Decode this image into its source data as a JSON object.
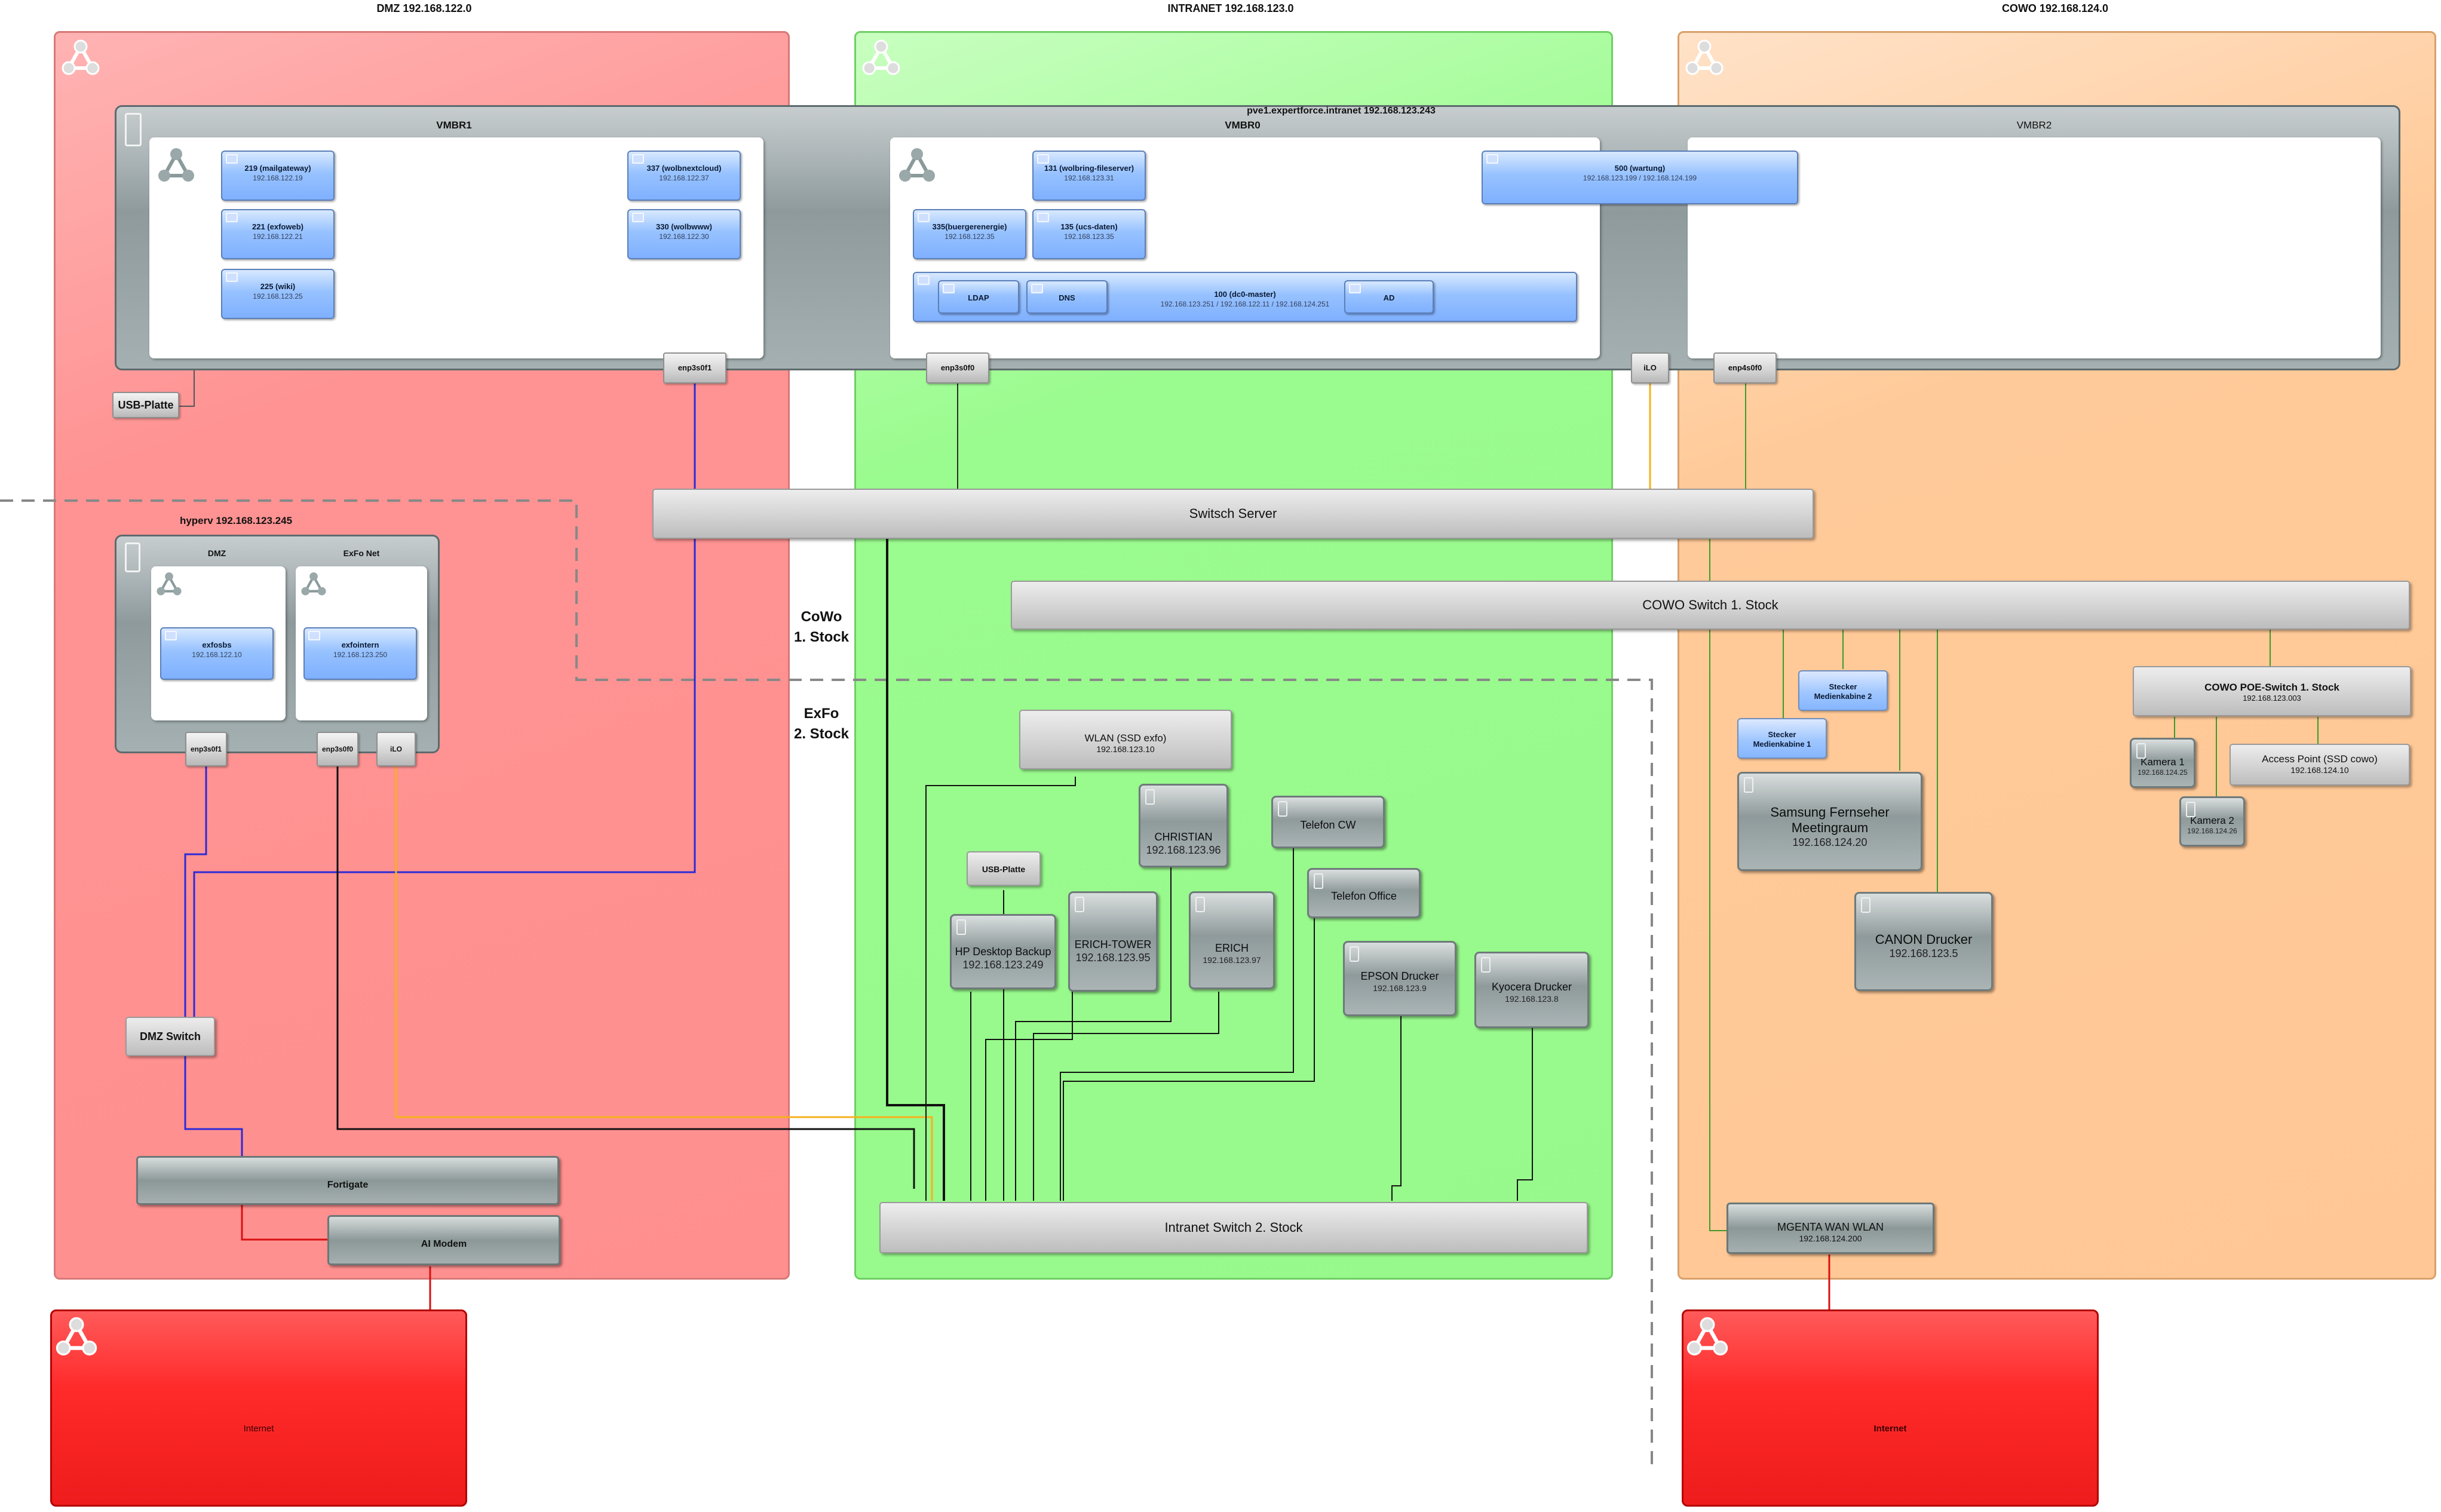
{
  "zones": {
    "dmz": {
      "title": "DMZ 192.168.122.0"
    },
    "intranet": {
      "title": "INTRANET 192.168.123.0"
    },
    "cowo": {
      "title": "COWO 192.168.124.0"
    }
  },
  "pve": {
    "title": "pve1.expertforce.intranet 192.168.123.243",
    "bridges": {
      "vmbr1": "VMBR1",
      "vmbr0": "VMBR0",
      "vmbr2": "VMBR2"
    },
    "ports": {
      "enp3s0f1": "enp3s0f1",
      "enp3s0f0": "enp3s0f0",
      "ilo": "iLO",
      "enp4s0f0": "enp4s0f0"
    }
  },
  "vms": {
    "v219": {
      "name": "219 (mailgateway)",
      "ip": "192.168.122.19"
    },
    "v221": {
      "name": "221 (exfoweb)",
      "ip": "192.168.122.21"
    },
    "v225": {
      "name": "225 (wiki)",
      "ip": "192.168.123.25"
    },
    "v337": {
      "name": "337 (wolbnextcloud)",
      "ip": "192.168.122.37"
    },
    "v330": {
      "name": "330 (wolbwww)",
      "ip": "192.168.122.30"
    },
    "v131": {
      "name": "131 (wolbring-fileserver)",
      "ip": "192.168.123.31"
    },
    "v335": {
      "name": "335(buergerenergie)",
      "ip": "192.168.122.35"
    },
    "v135": {
      "name": "135 (ucs-daten)",
      "ip": "192.168.123.35"
    },
    "v100": {
      "name": "100 (dc0-master)",
      "ip": "192.168.123.251 / 192.168.122.11 / 192.168.124.251",
      "ldap": "LDAP",
      "dns": "DNS",
      "ad": "AD"
    },
    "v500": {
      "name": "500 (wartung)",
      "ip": "192.168.123.199 / 192.168.124.199"
    }
  },
  "usb_platte_top": "USB-Platte",
  "hyperv": {
    "title": "hyperv 192.168.123.245",
    "bridges": {
      "dmz": "DMZ",
      "exfonet": "ExFo Net"
    },
    "vms": {
      "exfosbs": {
        "name": "exfosbs",
        "ip": "192.168.122.10"
      },
      "exfointern": {
        "name": "exfointern",
        "ip": "192.168.123.250"
      }
    },
    "ports": {
      "enp3s0f1": "enp3s0f1",
      "enp3s0f0": "enp3s0f0",
      "ilo": "iLO"
    }
  },
  "switches": {
    "server": "Switsch Server",
    "cowo1": "COWO Switch 1. Stock",
    "intranet2": "Intranet Switch 2. Stock",
    "dmz": "DMZ Switch",
    "cowo_poe": {
      "name": "COWO POE-Switch 1. Stock",
      "ip": "192.168.123.003"
    }
  },
  "floor_labels": {
    "cowo": "CoWo\n1. Stock",
    "exfo": "ExFo\n2. Stock"
  },
  "dmz_devices": {
    "fortigate": "Fortigate",
    "modem": "AI Modem"
  },
  "intranet_devices": {
    "wlan": {
      "name": "WLAN  (SSD exfo)",
      "ip": "192.168.123.10"
    },
    "usb": {
      "name": "USB-Platte"
    },
    "hp": {
      "name": "HP Desktop Backup",
      "ip": "192.168.123.249"
    },
    "erich_tower": {
      "name": "ERICH-TOWER",
      "ip": "192.168.123.95"
    },
    "christian": {
      "name": "CHRISTIAN",
      "ip": "192.168.123.96"
    },
    "erich": {
      "name": "ERICH",
      "ip": "192.168.123.97"
    },
    "telefon_cw": {
      "name": "Telefon CW"
    },
    "telefon_office": {
      "name": "Telefon Office"
    },
    "epson": {
      "name": "EPSON Drucker",
      "ip": "192.168.123.9"
    },
    "kyocera": {
      "name": "Kyocera Drucker",
      "ip": "192.168.123.8"
    }
  },
  "cowo_devices": {
    "stecker2": "Stecker\nMedienkabine 2",
    "stecker1": "Stecker\nMedienkabine 1",
    "samsung": {
      "name": "Samsung Fernseher\nMeetingraum",
      "ip": "192.168.124.20"
    },
    "canon": {
      "name": "CANON Drucker",
      "ip": "192.168.123.5"
    },
    "kamera1": {
      "name": "Kamera 1",
      "ip": "192.168.124.25"
    },
    "kamera2": {
      "name": "Kamera 2",
      "ip": "192.168.124.26"
    },
    "ap": {
      "name": "Access Point (SSD cowo)",
      "ip": "192.168.124.10"
    },
    "magenta": {
      "name": "MGENTA WAN WLAN",
      "ip": "192.168.124.200"
    }
  },
  "internet": {
    "left": "Internet",
    "right": "Internet"
  },
  "colors": {
    "wire_blue": "#2b2bd6",
    "wire_black": "#111111",
    "wire_orange": "#f5b21c",
    "wire_green": "#3f9a2a",
    "wire_red": "#d91010",
    "wire_gray": "#555555"
  }
}
